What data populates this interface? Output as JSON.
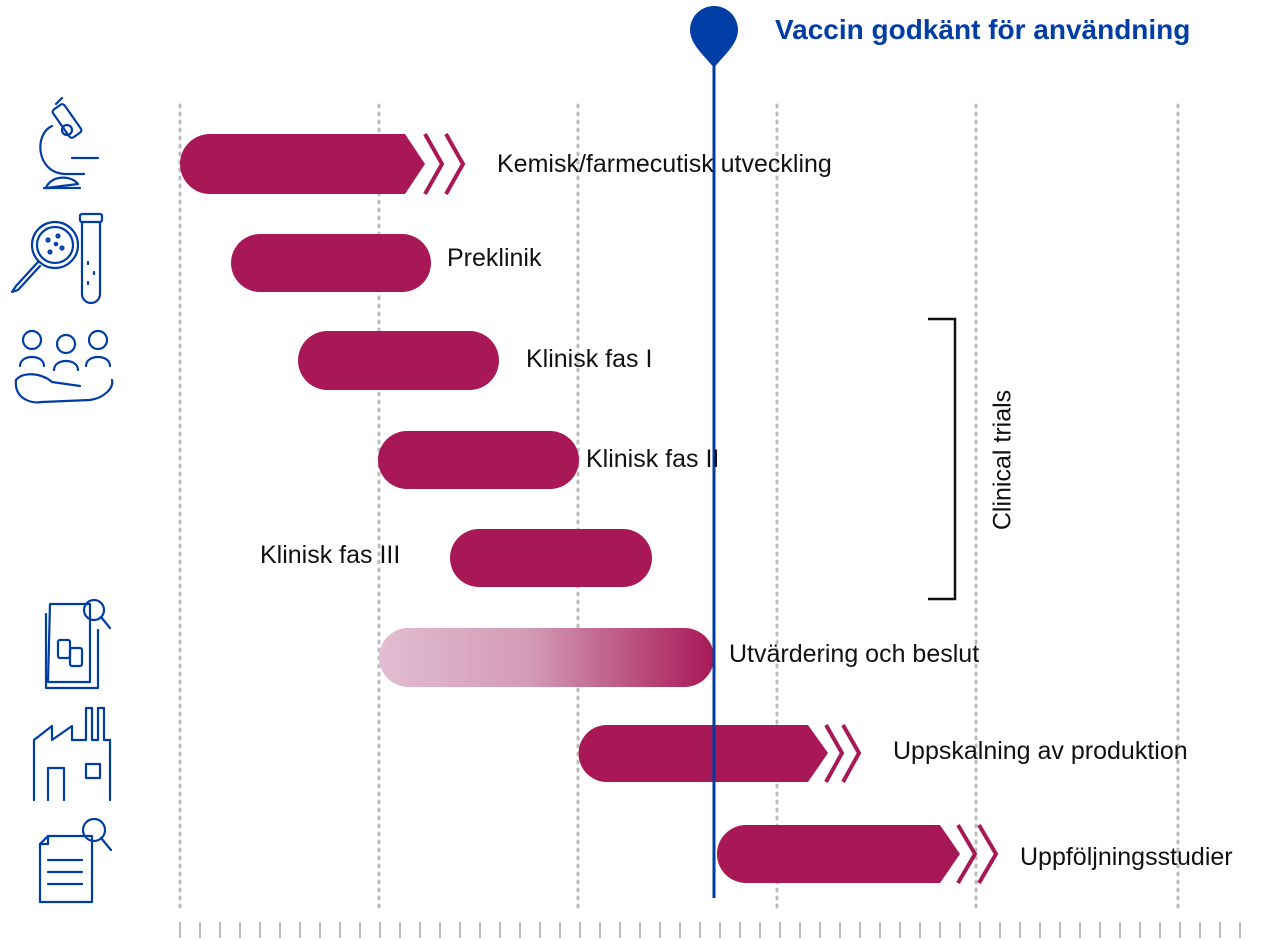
{
  "approval": {
    "title": "Vaccin godkänt för användning"
  },
  "bracket": {
    "label": "Clinical trials"
  },
  "phases": [
    {
      "label": "Kemisk/farmecutisk utveckling",
      "icon": "microscope-icon",
      "continues": true
    },
    {
      "label": "Preklinik",
      "icon": "petri-dish-magnifier-test-tube-icon",
      "continues": false
    },
    {
      "label": "Klinisk fas I",
      "icon": "people-in-hand-icon",
      "continues": false
    },
    {
      "label": "Klinisk fas II",
      "icon": "",
      "continues": false
    },
    {
      "label": "Klinisk fas III",
      "icon": "",
      "continues": false
    },
    {
      "label": "Utvärdering och beslut",
      "icon": "document-review-thumbs-icon",
      "continues": false,
      "fade": true
    },
    {
      "label": "Uppskalning av produktion",
      "icon": "factory-icon",
      "continues": true
    },
    {
      "label": "Uppföljningsstudier",
      "icon": "document-search-icon",
      "continues": true
    }
  ],
  "colors": {
    "bar": "#a81857",
    "accent": "#003da5",
    "grid": "#bdbdbd",
    "fade_start": "#e2bdd0"
  }
}
